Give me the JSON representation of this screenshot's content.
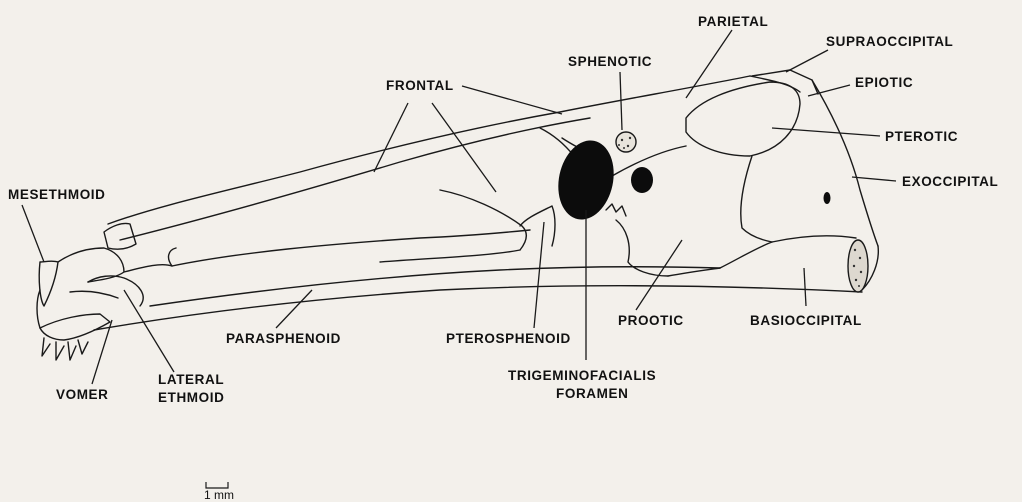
{
  "labels": {
    "parietal": "PARIETAL",
    "supraoccipital": "SUPRAOCCIPITAL",
    "sphenotic": "SPHENOTIC",
    "epiotic": "EPIOTIC",
    "frontal": "FRONTAL",
    "pterotic": "PTEROTIC",
    "exoccipital": "EXOCCIPITAL",
    "mesethmoid": "MESETHMOID",
    "parasphenoid": "PARASPHENOID",
    "pterosphenoid": "PTEROSPHENOID",
    "prootic": "PROOTIC",
    "basioccipital": "BASIOCCIPITAL",
    "vomer": "VOMER",
    "lateral_ethmoid_line1": "LATERAL",
    "lateral_ethmoid_line2": "ETHMOID",
    "trigeminofacialis_line1": "TRIGEMINOFACIALIS",
    "trigeminofacialis_line2": "FORAMEN"
  },
  "scale_bar": {
    "label": "1 mm"
  }
}
